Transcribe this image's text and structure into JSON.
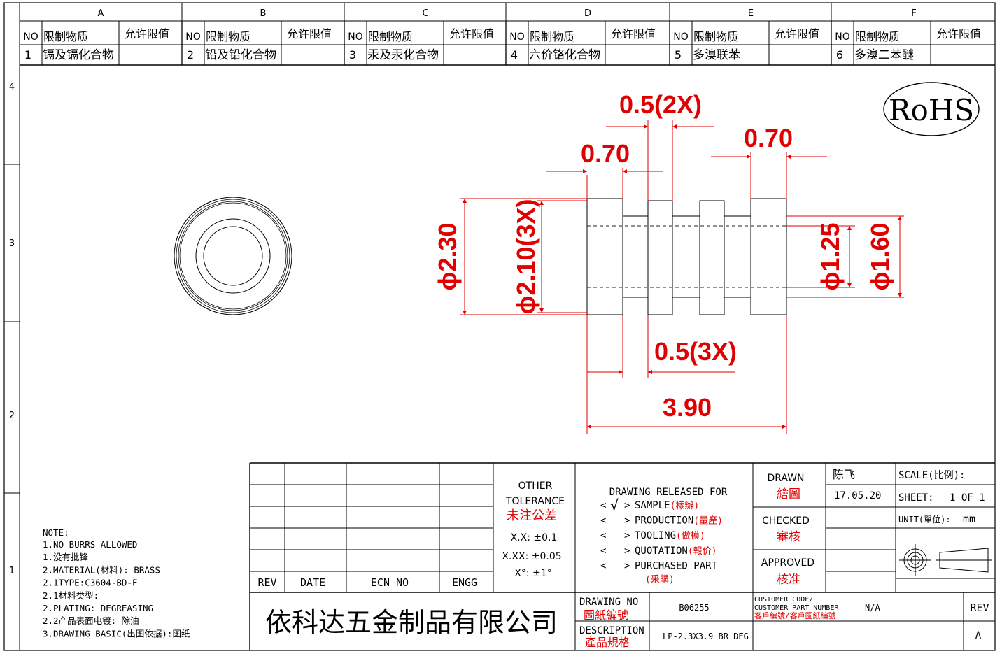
{
  "zones": {
    "columns": [
      "A",
      "B",
      "C",
      "D",
      "E",
      "F"
    ],
    "rows": [
      "4",
      "3",
      "2",
      "1"
    ]
  },
  "substances": {
    "no_header": "NO",
    "name_header": "限制物质",
    "limit_header": "允许限值",
    "items": [
      {
        "no": "1",
        "name": "镉及镉化合物"
      },
      {
        "no": "2",
        "name": "铅及铅化合物"
      },
      {
        "no": "3",
        "name": "汞及汞化合物"
      },
      {
        "no": "4",
        "name": "六价铬化合物"
      },
      {
        "no": "5",
        "name": "多溴联苯"
      },
      {
        "no": "6",
        "name": "多溴二苯醚"
      }
    ]
  },
  "rohs": "RoHS",
  "dimensions": {
    "top_spacing": "0.5(2X)",
    "left_width": "0.70",
    "right_width": "0.70",
    "outer_dia": "ϕ2.30",
    "flange_dia": "ϕ2.10(3X)",
    "inner_dia": "ϕ1.25",
    "core_dia": "ϕ1.60",
    "bottom_spacing": "0.5(3X)",
    "overall_length": "3.90"
  },
  "notes": {
    "title": "NOTE:",
    "lines": [
      "1.NO BURRS ALLOWED",
      "1.没有批锋",
      "2.MATERIAL(材料): BRASS",
      "2.1TYPE:C3604-BD-F",
      "2.1材料类型:",
      "2.PLATING: DEGREASING",
      "2.2产品表面电镀: 除油",
      "3.DRAWING BASIC(出图依据):图纸"
    ]
  },
  "revision_table": {
    "rev": "REV",
    "date": "DATE",
    "ecn": "ECN NO",
    "engg": "ENGG"
  },
  "tolerance": {
    "title1": "OTHER",
    "title2": "TOLERANCE",
    "title_cn": "未注公差",
    "xx": "X.X: ±0.1",
    "xxx": "X.XX: ±0.05",
    "deg": "X°: ±1°"
  },
  "release": {
    "title": "DRAWING RELEASED FOR",
    "check": "√",
    "options": [
      {
        "en": "SAMPLE",
        "cn": "(樣辦)",
        "checked": true
      },
      {
        "en": "PRODUCTION",
        "cn": "(量產)",
        "checked": false
      },
      {
        "en": "TOOLING",
        "cn": "(做模)",
        "checked": false
      },
      {
        "en": "QUOTATION",
        "cn": "(報价)",
        "checked": false
      },
      {
        "en": "PURCHASED PART",
        "cn": "(采購)",
        "checked": false
      }
    ]
  },
  "signoff": {
    "drawn": "DRAWN",
    "drawn_cn": "繪圖",
    "drawn_name": "陈飞",
    "drawn_date": "17.05.20",
    "checked": "CHECKED",
    "checked_cn": "審核",
    "approved": "APPROVED",
    "approved_cn": "核准"
  },
  "scale": {
    "scale_label": "SCALE(比例):",
    "sheet_label": "SHEET:",
    "sheet_value": "1 OF 1",
    "unit_label": "UNIT(單位):",
    "unit_value": "mm"
  },
  "company": "依科达五金制品有限公司",
  "title_block": {
    "drawing_no_label": "DRAWING NO",
    "drawing_no_cn": "圖紙編號",
    "drawing_no": "B06255",
    "customer_label1": "CUSTOMER CODE/",
    "customer_label2": "CUSTOMER PART NUMBER",
    "customer_cn": "客戶編號/客戶圖紙編號",
    "customer_value": "N/A",
    "rev_label": "REV",
    "rev_value": "A",
    "description_label": "DESCRIPTION",
    "description_cn": "產品規格",
    "description": "LP-2.3X3.9 BR DEG"
  }
}
